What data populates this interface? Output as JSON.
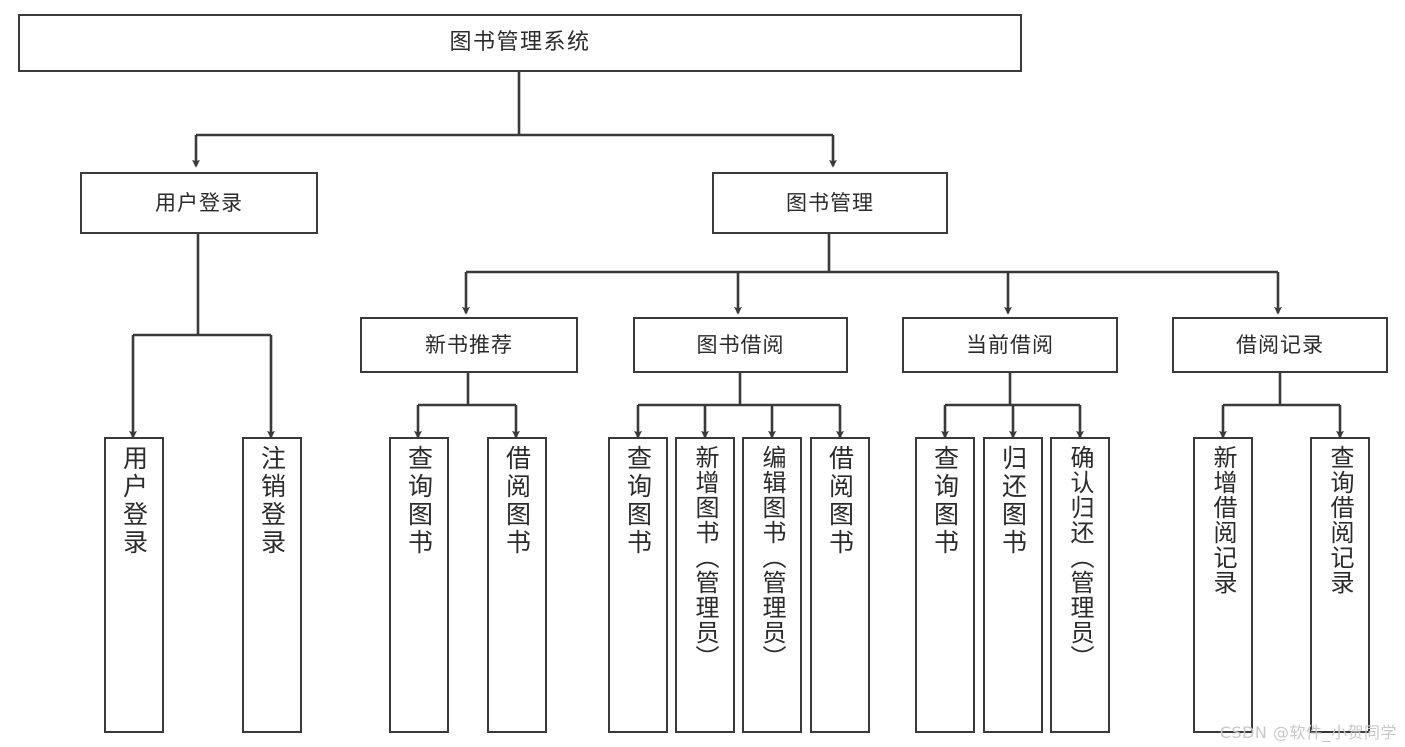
{
  "diagram": {
    "title": "图书管理系统",
    "type": "tree",
    "stroke_color": "#3a3a3a",
    "text_color": "#2b2b2b",
    "background_color": "#ffffff",
    "watermark": "CSDN @软件_小贺同学"
  },
  "nodes": {
    "root": {
      "label": "图书管理系统"
    },
    "level2": [
      {
        "id": "user-login",
        "label": "用户登录"
      },
      {
        "id": "book-manage",
        "label": "图书管理"
      }
    ],
    "level3": [
      {
        "id": "new-book-recommend",
        "label": "新书推荐"
      },
      {
        "id": "book-borrow",
        "label": "图书借阅"
      },
      {
        "id": "current-borrow",
        "label": "当前借阅"
      },
      {
        "id": "borrow-record",
        "label": "借阅记录"
      }
    ],
    "leaves": {
      "user_login": [
        {
          "id": "leaf-user-login",
          "label": "用户登录"
        },
        {
          "id": "leaf-logout",
          "label": "注销登录"
        }
      ],
      "new_book_recommend": [
        {
          "id": "leaf-query-book-1",
          "label": "查询图书"
        },
        {
          "id": "leaf-borrow-book-1",
          "label": "借阅图书"
        }
      ],
      "book_borrow": [
        {
          "id": "leaf-query-book-2",
          "label": "查询图书"
        },
        {
          "id": "leaf-add-book",
          "label": "新增图书（管理员）"
        },
        {
          "id": "leaf-edit-book",
          "label": "编辑图书（管理员）"
        },
        {
          "id": "leaf-borrow-book-2",
          "label": "借阅图书"
        }
      ],
      "current_borrow": [
        {
          "id": "leaf-query-book-3",
          "label": "查询图书"
        },
        {
          "id": "leaf-return-book",
          "label": "归还图书"
        },
        {
          "id": "leaf-confirm-return",
          "label": "确认归还（管理员）"
        }
      ],
      "borrow_record": [
        {
          "id": "leaf-add-record",
          "label": "新增借阅记录"
        },
        {
          "id": "leaf-query-record",
          "label": "查询借阅记录"
        }
      ]
    }
  }
}
